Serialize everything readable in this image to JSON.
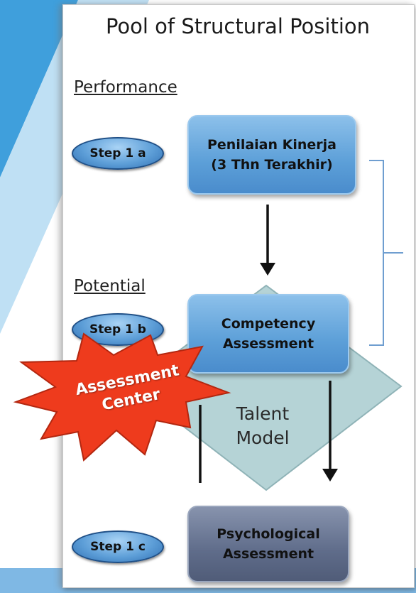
{
  "title": "Pool of Structural Position",
  "sections": {
    "performance": "Performance",
    "potential": "Potential"
  },
  "steps": {
    "step_1a": "Step 1 a",
    "step_1b": "Step 1 b",
    "step_1c": "Step 1 c"
  },
  "boxes": {
    "penilaian": "Penilaian Kinerja\n(3 Thn Terakhir)",
    "competency": "Competency\nAssessment",
    "psychological": "Psychological\nAssessment"
  },
  "talent_model": "Talent\nModel",
  "assessment_center": "Assessment\nCenter",
  "colors": {
    "box_blue": "#5c9fd8",
    "box_slate": "#5f6c8a",
    "diamond": "#b5d3d6",
    "burst": "#ee3b1d",
    "bracket": "#6f9ed0"
  }
}
